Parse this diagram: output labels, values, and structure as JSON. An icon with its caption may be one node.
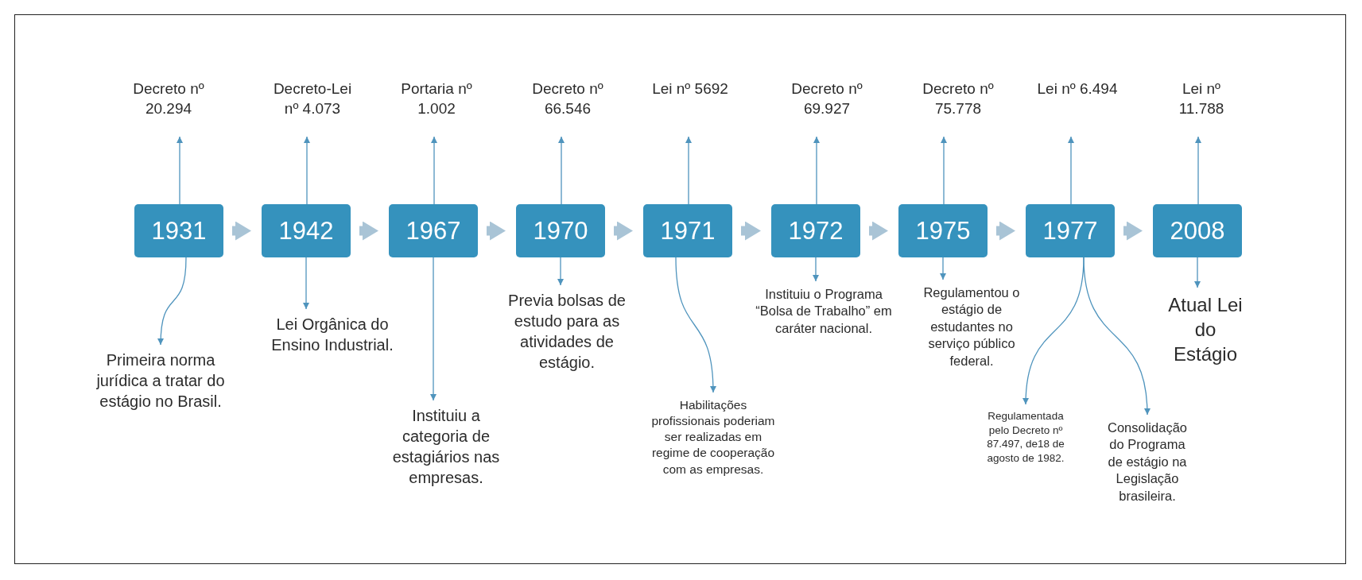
{
  "diagram": {
    "nodes": [
      {
        "text": [
          "1931"
        ]
      },
      {
        "text": [
          "1942"
        ]
      },
      {
        "text": [
          "1967"
        ]
      },
      {
        "text": [
          "1970"
        ]
      },
      {
        "text": [
          "1971"
        ]
      },
      {
        "text": [
          "1972"
        ]
      },
      {
        "text": [
          "1975"
        ]
      },
      {
        "text": [
          "1977"
        ]
      },
      {
        "text": [
          "2008"
        ]
      },
      {
        "text": [
          "Decreto nº 20.294"
        ]
      },
      {
        "text": [
          "Decreto-Lei nº 4.073"
        ]
      },
      {
        "text": [
          "Portaria nº 1.002"
        ]
      },
      {
        "text": [
          "Decreto nº 66.546"
        ]
      },
      {
        "text": [
          "Lei nº 5692"
        ]
      },
      {
        "text": [
          "Decreto nº 69.927"
        ]
      },
      {
        "text": [
          "Decreto nº 75.778"
        ]
      },
      {
        "text": [
          "Lei nº 6.494"
        ]
      },
      {
        "text": [
          "Lei nº 11.788"
        ]
      },
      {
        "text": [
          "Primeira norma jurídica a tratar do estágio no Brasil."
        ]
      },
      {
        "text": [
          "Lei Orgânica do Ensino Industrial."
        ]
      },
      {
        "text": [
          "Instituiu a categoria de estagiários nas empresas."
        ]
      },
      {
        "text": [
          "Previa bolsas de estudo para as atividades de estágio."
        ]
      },
      {
        "text": [
          "Habilitações profissionais poderiam ser realizadas em regime de cooperação com as empresas."
        ]
      },
      {
        "text": [
          "Instituiu o Programa “Bolsa de Trabalho” em caráter nacional."
        ]
      },
      {
        "text": [
          "Regulamentou o estágio de estudantes no serviço público federal."
        ]
      },
      {
        "text": [
          "Regulamentada pelo Decreto nº 87.497, de18 de agosto de 1982."
        ]
      },
      {
        "text": [
          "Consolidação do Programa de estágio na Legislação brasileira."
        ]
      },
      {
        "text": [
          "Atual Lei do Estágio"
        ]
      }
    ],
    "edges": [
      {
        "from": 0,
        "to": 1,
        "arrow": "to",
        "style": "thick",
        "color": "#a9c4d6"
      },
      {
        "from": 1,
        "to": 2,
        "arrow": "to",
        "style": "thick",
        "color": "#a9c4d6"
      },
      {
        "from": 2,
        "to": 3,
        "arrow": "to",
        "style": "thick",
        "color": "#a9c4d6"
      },
      {
        "from": 3,
        "to": 4,
        "arrow": "to",
        "style": "thick",
        "color": "#a9c4d6"
      },
      {
        "from": 4,
        "to": 5,
        "arrow": "to",
        "style": "thick",
        "color": "#a9c4d6"
      },
      {
        "from": 5,
        "to": 6,
        "arrow": "to",
        "style": "thick",
        "color": "#a9c4d6"
      },
      {
        "from": 6,
        "to": 7,
        "arrow": "to",
        "style": "thick",
        "color": "#a9c4d6"
      },
      {
        "from": 7,
        "to": 8,
        "arrow": "to",
        "style": "thick",
        "color": "#a9c4d6"
      },
      {
        "from": 0,
        "to": 9,
        "arrow": "to"
      },
      {
        "from": 1,
        "to": 10,
        "arrow": "to"
      },
      {
        "from": 2,
        "to": 11,
        "arrow": "to"
      },
      {
        "from": 3,
        "to": 12,
        "arrow": "to"
      },
      {
        "from": 4,
        "to": 13,
        "arrow": "to"
      },
      {
        "from": 5,
        "to": 14,
        "arrow": "to"
      },
      {
        "from": 6,
        "to": 15,
        "arrow": "to"
      },
      {
        "from": 7,
        "to": 16,
        "arrow": "to"
      },
      {
        "from": 8,
        "to": 17,
        "arrow": "to"
      },
      {
        "from": 0,
        "to": 18,
        "arrow": "to"
      },
      {
        "from": 1,
        "to": 19,
        "arrow": "to"
      },
      {
        "from": 2,
        "to": 20,
        "arrow": "to"
      },
      {
        "from": 3,
        "to": 21,
        "arrow": "to"
      },
      {
        "from": 4,
        "to": 22,
        "arrow": "to"
      },
      {
        "from": 5,
        "to": 23,
        "arrow": "to"
      },
      {
        "from": 6,
        "to": 24,
        "arrow": "to"
      },
      {
        "from": 7,
        "to": 25,
        "arrow": "to"
      },
      {
        "from": 7,
        "to": 26,
        "arrow": "to"
      },
      {
        "from": 8,
        "to": 27,
        "arrow": "to"
      }
    ]
  }
}
